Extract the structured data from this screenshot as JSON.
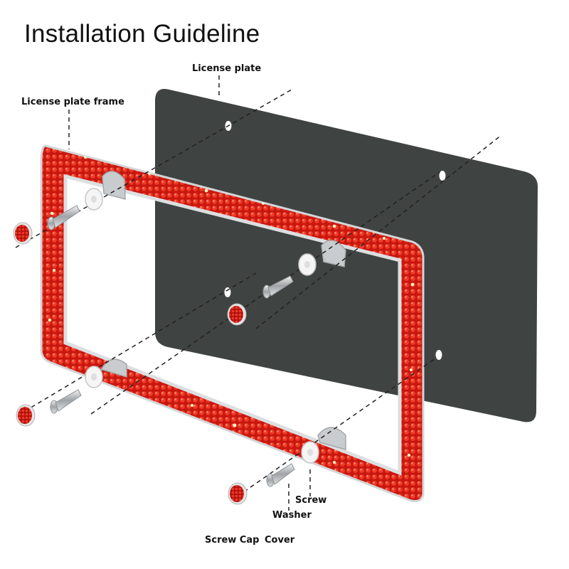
{
  "title": "Installation Guideline",
  "labels": {
    "license_plate": "License plate",
    "license_plate_frame": "License plate frame",
    "screw": "Screw",
    "washer": "Washer",
    "screw_cap": "Screw Cap",
    "cover": "Cover"
  },
  "colors": {
    "plate": "#3f4341",
    "frame_red": "#d92a1c",
    "frame_chrome": "#c9cccf",
    "guide_line": "#222222"
  }
}
